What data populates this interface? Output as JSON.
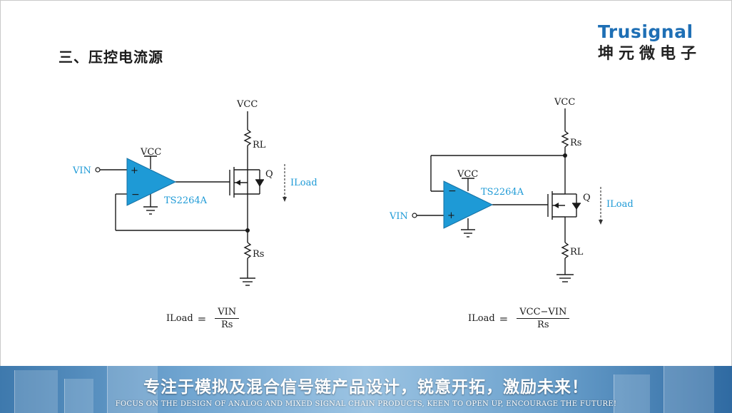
{
  "title": "三、压控电流源",
  "logo": {
    "en": "Trusignal",
    "cn": "坤元微电子"
  },
  "circuit_left": {
    "vcc_top": "VCC",
    "vcc_opamp": "VCC",
    "rl": "RL",
    "rs": "Rs",
    "q": "Q",
    "vin": "VIN",
    "chip": "TS2264A",
    "iload": "ILoad",
    "formula": {
      "lhs": "ILoad",
      "eq": "=",
      "num": "VIN",
      "den": "Rs"
    }
  },
  "circuit_right": {
    "vcc_top": "VCC",
    "vcc_opamp": "VCC",
    "rs": "Rs",
    "rl": "RL",
    "q": "Q",
    "vin": "VIN",
    "chip": "TS2264A",
    "iload": "ILoad",
    "formula": {
      "lhs": "ILoad",
      "eq": "=",
      "num": "VCC−VIN",
      "den": "Rs"
    }
  },
  "footer": {
    "slogan": "专注于模拟及混合信号链产品设计，锐意开拓，激励未来！",
    "english": "FOCUS ON THE DESIGN OF ANALOG AND MIXED SIGNAL CHAIN PRODUCTS, KEEN TO OPEN UP, ENCOURAGE THE FUTURE!"
  },
  "colors": {
    "opamp": "#1e9ad6",
    "accent_text": "#1e9ad6",
    "logo_blue": "#1e6fb5"
  }
}
